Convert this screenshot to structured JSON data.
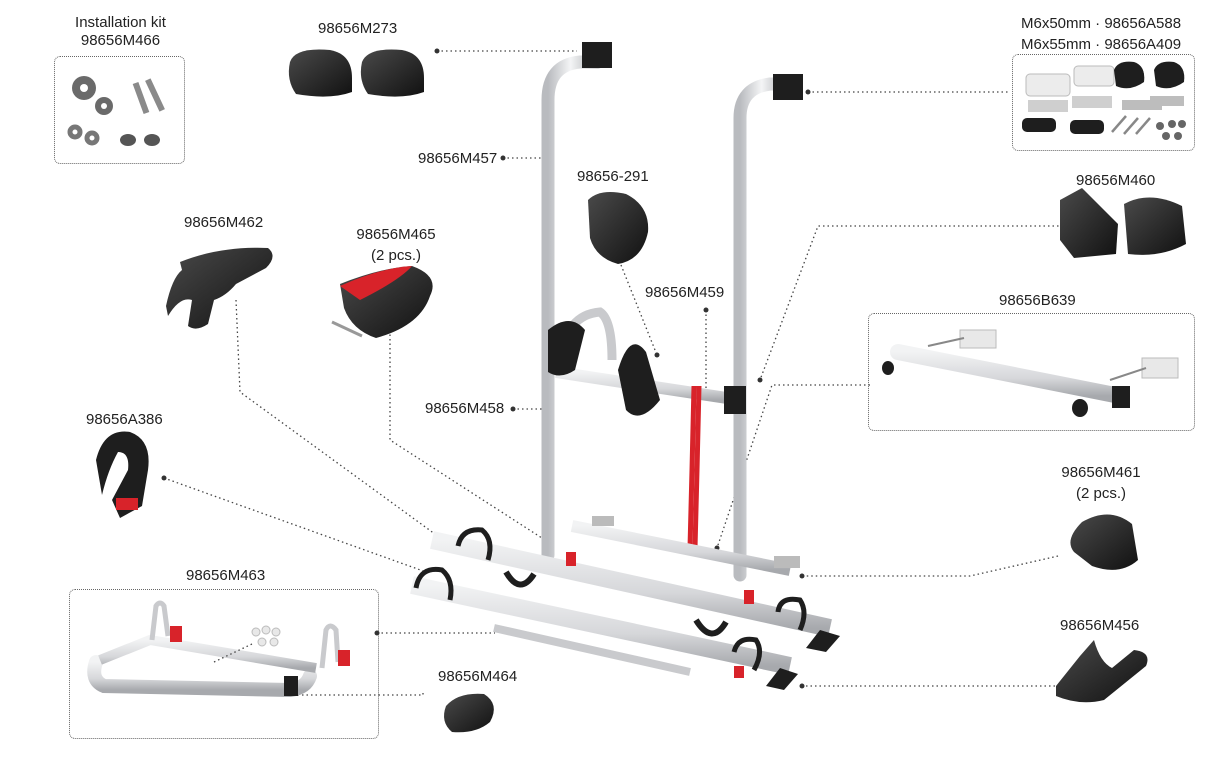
{
  "diagram": {
    "parts": {
      "installation_kit": {
        "title": "Installation kit",
        "code": "98656M466"
      },
      "m273": {
        "code": "98656M273"
      },
      "screws": {
        "line1": "M6x50mm · 98656A588",
        "line2": "M6x55mm · 98656A409"
      },
      "m457": {
        "code": "98656M457"
      },
      "n291": {
        "code": "98656-291"
      },
      "m460": {
        "code": "98656M460"
      },
      "m462": {
        "code": "98656M462"
      },
      "m465": {
        "code": "98656M465",
        "qty": "(2 pcs.)"
      },
      "m459": {
        "code": "98656M459"
      },
      "b639": {
        "code": "98656B639"
      },
      "m458": {
        "code": "98656M458"
      },
      "a386": {
        "code": "98656A386"
      },
      "m461": {
        "code": "98656M461",
        "qty": "(2 pcs.)"
      },
      "m463": {
        "code": "98656M463"
      },
      "m456": {
        "code": "98656M456"
      },
      "m464": {
        "code": "98656M464"
      }
    },
    "colors": {
      "accent_red": "#d8232a",
      "part_black": "#1e1e1e",
      "aluminium": "#dcdde0"
    }
  }
}
